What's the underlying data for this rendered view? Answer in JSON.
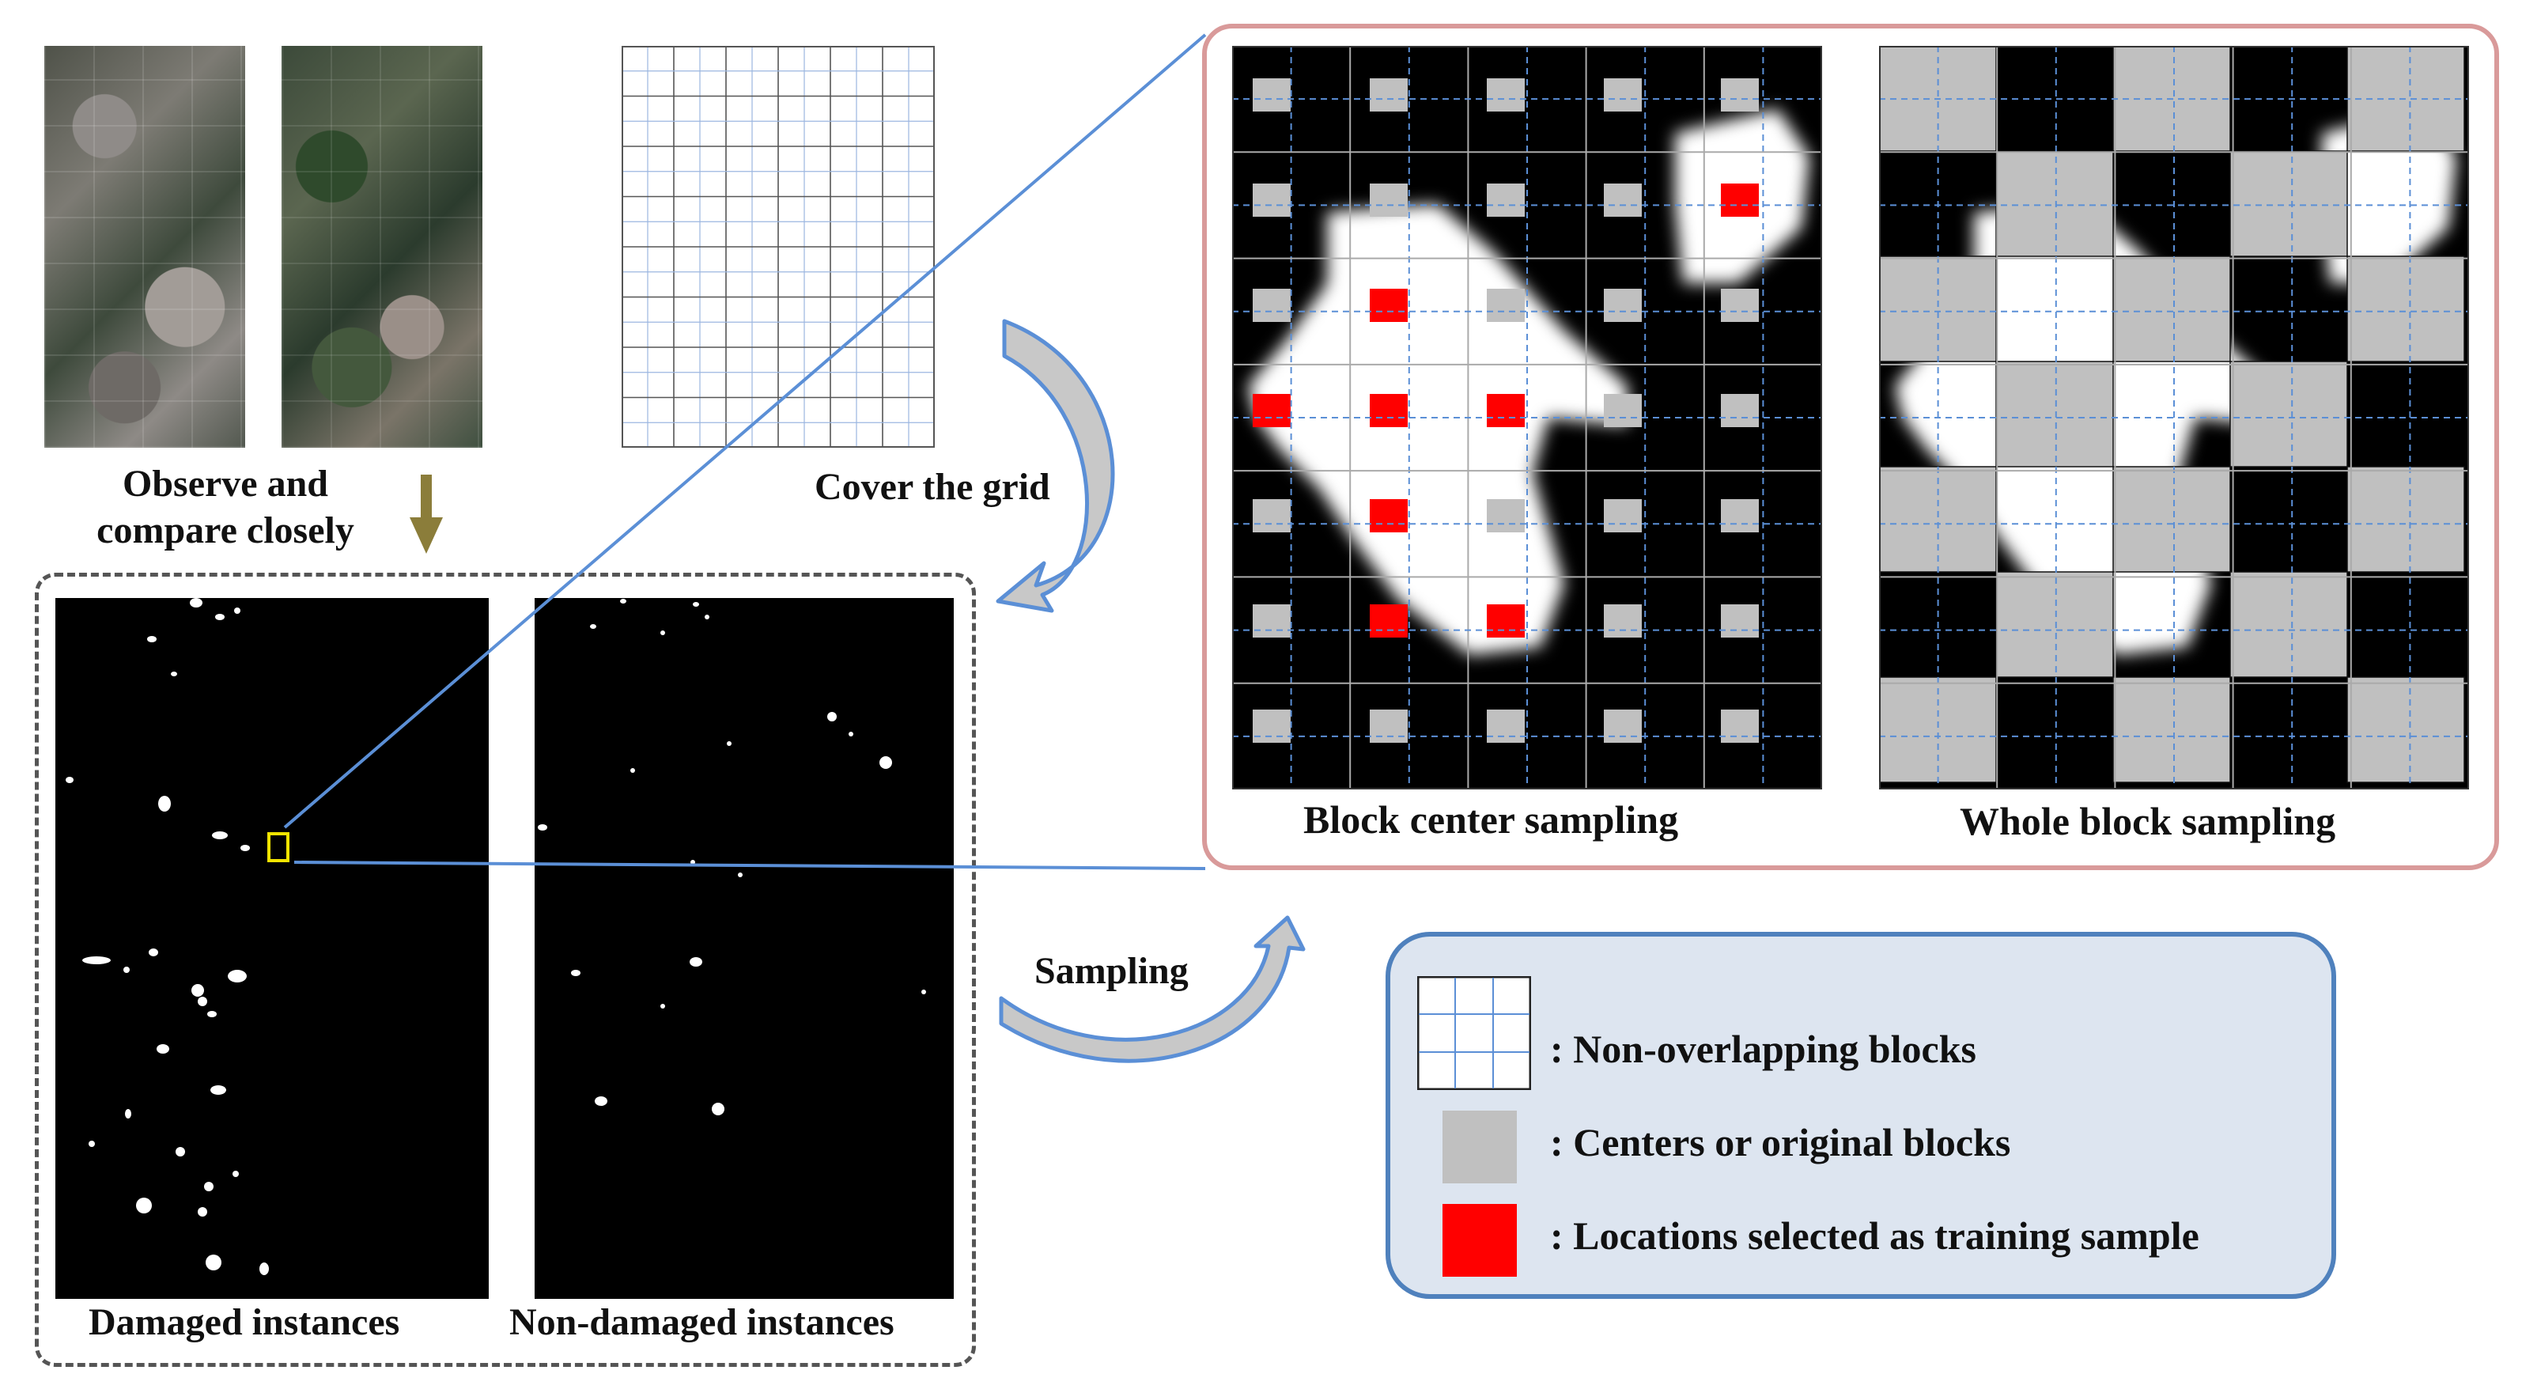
{
  "labels": {
    "observe_line1": "Observe and",
    "observe_line2": "compare closely",
    "cover_grid": "Cover the grid",
    "sampling": "Sampling",
    "damaged": "Damaged instances",
    "non_damaged": "Non-damaged instances",
    "block_center": "Block center sampling",
    "whole_block": "Whole block sampling"
  },
  "legend": {
    "items": [
      {
        "swatch": "grid",
        "text": ":  Non-overlapping blocks"
      },
      {
        "swatch": "#c0c0c0",
        "text": ":  Centers or original blocks"
      },
      {
        "swatch": "#ff0000",
        "text": ":  Locations selected as training sample"
      }
    ]
  },
  "colors": {
    "blue_line": "#5b8fd6",
    "arrow_fill": "#c8c8c8",
    "down_arrow": "#8b7d3a",
    "panel_border": "#d99a9a",
    "legend_bg": "#dde5f0",
    "legend_border": "#4f81bd",
    "gray_block": "#c0c0c0",
    "red_block": "#ff0000"
  }
}
